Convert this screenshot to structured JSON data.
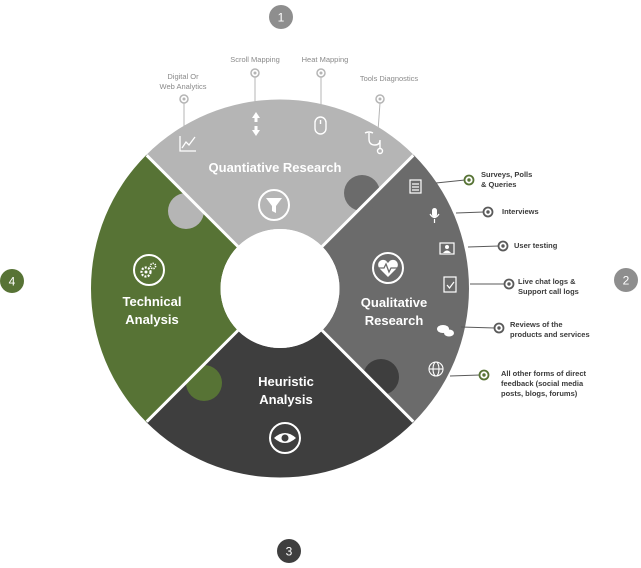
{
  "colors": {
    "quantitative": "#b5b5b5",
    "qualitative": "#6b6b6b",
    "heuristic": "#3e3e3e",
    "technical": "#577335",
    "badge_grey": "#8e8e8e",
    "badge_green": "#577335"
  },
  "badges": [
    "1",
    "2",
    "3",
    "4"
  ],
  "segments": {
    "quantitative": {
      "title": "Quantiative Research",
      "icon": "funnel-icon"
    },
    "qualitative": {
      "title_lines": [
        "Qualitative",
        "Research"
      ],
      "icon": "heart-monitor-icon"
    },
    "heuristic": {
      "title_lines": [
        "Heuristic",
        "Analysis"
      ],
      "icon": "eye-icon"
    },
    "technical": {
      "title_lines": [
        "Technical",
        "Analysis"
      ],
      "icon": "gear-icon"
    }
  },
  "top_items": [
    {
      "label_lines": [
        "Digital Or",
        "Web Analytics"
      ],
      "icon": "line-chart-icon"
    },
    {
      "label_lines": [
        "Scroll Mapping"
      ],
      "icon": "scroll-arrows-icon"
    },
    {
      "label_lines": [
        "Heat Mapping"
      ],
      "icon": "mouse-icon"
    },
    {
      "label_lines": [
        "Tools Diagnostics"
      ],
      "icon": "stethoscope-icon"
    }
  ],
  "right_items": [
    {
      "label_lines": [
        "Surveys, Polls",
        "& Queries"
      ],
      "icon": "survey-icon"
    },
    {
      "label_lines": [
        "Interviews"
      ],
      "icon": "microphone-icon"
    },
    {
      "label_lines": [
        "User testing"
      ],
      "icon": "user-card-icon"
    },
    {
      "label_lines": [
        "Live chat logs &",
        "Support call logs"
      ],
      "icon": "clipboard-check-icon"
    },
    {
      "label_lines": [
        "Reviews of the",
        "products and services"
      ],
      "icon": "chat-bubbles-icon"
    },
    {
      "label_lines": [
        "All other forms of direct",
        "feedback (social media",
        "posts, blogs, forums)"
      ],
      "icon": "globe-icon"
    }
  ]
}
